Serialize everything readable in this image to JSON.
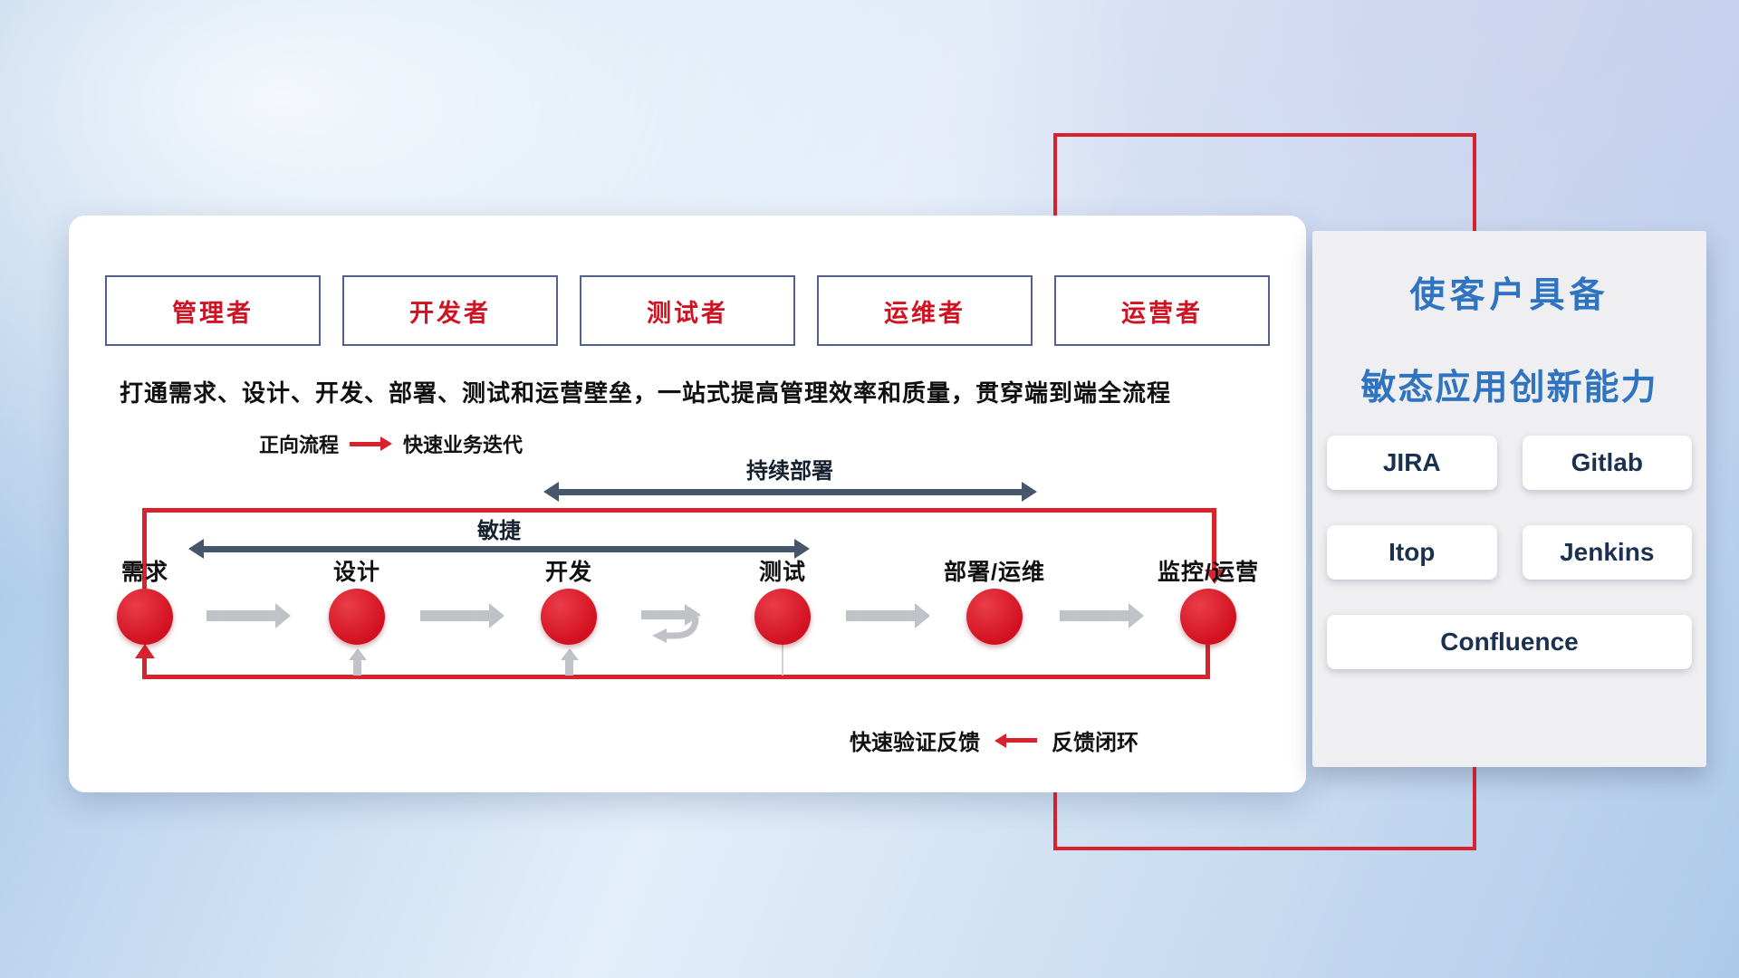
{
  "colors": {
    "accent_red": "#d8222c",
    "dark_arrow": "#47566b",
    "title_blue": "#2f74c0",
    "role_text_red": "#cf1322",
    "tool_text_navy": "#1c3150"
  },
  "workflow_panel": {
    "roles": [
      "管理者",
      "开发者",
      "测试者",
      "运维者",
      "运营者"
    ],
    "description": "打通需求、设计、开发、部署、测试和运营壁垒，一站式提高管理效率和质量，贯穿端到端全流程",
    "forward_legend": {
      "label": "正向流程",
      "text": "快速业务迭代"
    },
    "flow_arrows": {
      "continuous_deployment": "持续部署",
      "agile": "敏捷"
    },
    "stages": [
      "需求",
      "设计",
      "开发",
      "测试",
      "部署/运维",
      "监控/运营"
    ],
    "feedback_legend": {
      "text": "快速验证反馈",
      "label": "反馈闭环"
    }
  },
  "side_panel": {
    "title_line1": "使客户具备",
    "title_line2": "敏态应用创新能力",
    "tools": [
      "JIRA",
      "Gitlab",
      "Itop",
      "Jenkins",
      "Confluence"
    ]
  }
}
